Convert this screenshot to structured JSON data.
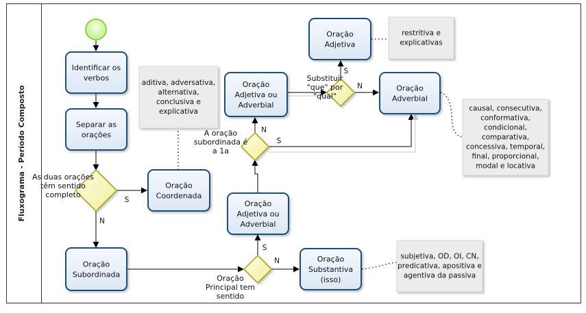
{
  "pool_label": "Fluxograma - Período Composto",
  "tasks": {
    "identificar": [
      "Identificar os",
      "verbos"
    ],
    "separar": [
      "Separar as",
      "orações"
    ],
    "coordenada": [
      "Oração",
      "Coordenada"
    ],
    "subordinada": [
      "Oração",
      "Subordinada"
    ],
    "adj_adv_lower": [
      "Oração",
      "Adjetiva ou",
      "Adverbial"
    ],
    "adj_adv_upper": [
      "Oração",
      "Adjetiva ou",
      "Adverbial"
    ],
    "adjetiva": [
      "Oração",
      "Adjetiva"
    ],
    "adverbial": [
      "Oração",
      "Adverbial"
    ],
    "substantiva": [
      "Oração",
      "Substantiva",
      "(isso)"
    ]
  },
  "gateways": {
    "sentido_completo": [
      "As duas orações",
      "têm sentido",
      "completo"
    ],
    "principal_sentido": [
      "Oração",
      "Principal tem",
      "sentido"
    ],
    "subordinada_1a": [
      "A oração",
      "subordinada é",
      "a 1a"
    ],
    "substituir": [
      "Substituir",
      "\"que\" por",
      "\"qual\""
    ]
  },
  "annotations": {
    "coordenadas": [
      "aditiva, adversativa,",
      "alternativa,",
      "conclusiva e",
      "explicativa"
    ],
    "adjetivas": [
      "restritiva e",
      "explicativas"
    ],
    "adverbiais": [
      "causal, consecutiva,",
      "conformativa,",
      "condicional,",
      "comparativa,",
      "concessiva, temporal,",
      "final, proporcional,",
      "modal e locativa"
    ],
    "substantivas": [
      "subjetiva, OD, OI, CN,",
      "predicativa, apositiva e",
      "agentiva da passiva"
    ]
  },
  "edge_labels": {
    "sim": "S",
    "nao": "N"
  }
}
